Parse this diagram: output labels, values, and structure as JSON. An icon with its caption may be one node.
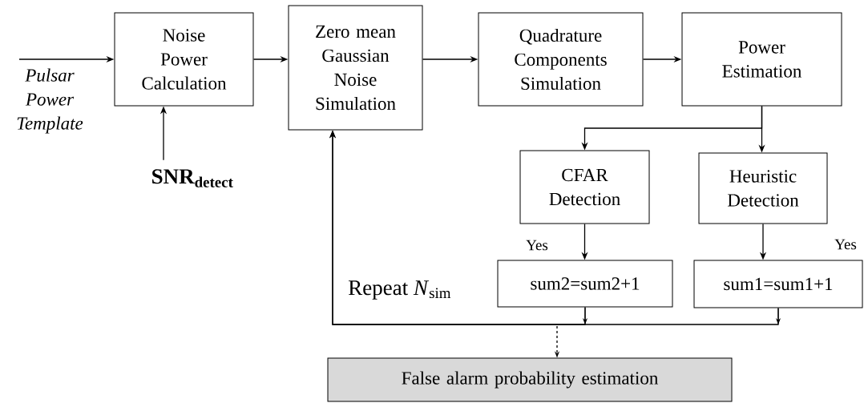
{
  "diagram": {
    "nodes": [
      {
        "text": [
          "Pulsar Power Template"
        ]
      },
      {
        "text": [
          "Noise Power Calculation"
        ]
      },
      {
        "text": [
          "SNR$_{detect}$"
        ]
      },
      {
        "text": [
          "Zero mean Gaussian Noise Simulation"
        ]
      },
      {
        "text": [
          "Quadrature Components Simulation"
        ]
      },
      {
        "text": [
          "Power Estimation"
        ]
      },
      {
        "text": [
          "CFAR Detection"
        ]
      },
      {
        "text": [
          "Heuristic Detection"
        ]
      },
      {
        "text": [
          "sum2=sum2+1"
        ]
      },
      {
        "text": [
          "sum1=sum1+1"
        ]
      },
      {
        "text": [
          "False alarm probability estimation"
        ]
      }
    ],
    "edges": [
      {
        "from": 0,
        "to": 1,
        "arrow": "to"
      },
      {
        "from": 2,
        "to": 1,
        "arrow": "to"
      },
      {
        "from": 1,
        "to": 3,
        "arrow": "to"
      },
      {
        "from": 3,
        "to": 4,
        "arrow": "to"
      },
      {
        "from": 4,
        "to": 5,
        "arrow": "to"
      },
      {
        "from": 5,
        "to": 6,
        "arrow": "to"
      },
      {
        "from": 5,
        "to": 7,
        "arrow": "to"
      },
      {
        "from": 6,
        "to": 8,
        "arrow": "to"
      },
      {
        "from": 7,
        "to": 9,
        "arrow": "to"
      },
      {
        "from": 8,
        "to": 3,
        "arrow": "to"
      },
      {
        "from": 9,
        "to": 3,
        "arrow": "to"
      },
      {
        "from": null,
        "to": 10,
        "arrow": "to",
        "style": "dashed"
      }
    ],
    "labels": [
      "Yes",
      "Yes",
      "Repeat *N*$_{sim}$"
    ]
  }
}
